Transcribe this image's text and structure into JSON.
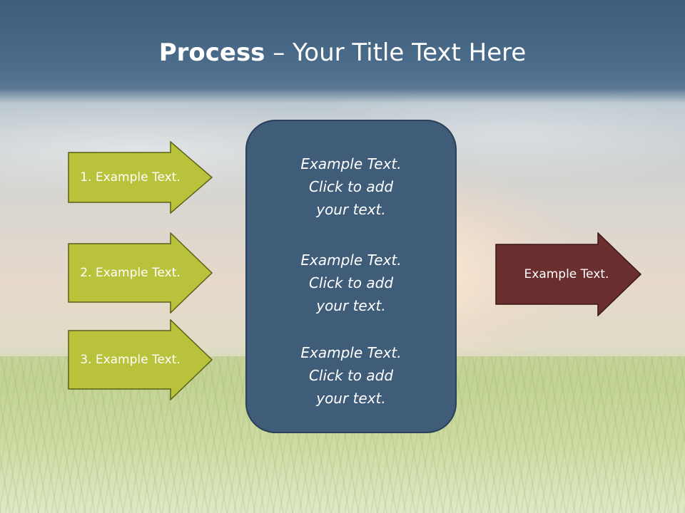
{
  "title": {
    "bold": "Process",
    "rest": " – Your Title Text Here"
  },
  "left_arrows": [
    {
      "label": "1. Example Text."
    },
    {
      "label": "2. Example Text."
    },
    {
      "label": "3. Example Text."
    }
  ],
  "center_blocks": [
    {
      "lines": [
        "Example Text.",
        "Click  to add",
        "your text."
      ]
    },
    {
      "lines": [
        "Example Text.",
        "Click  to add",
        "your text."
      ]
    },
    {
      "lines": [
        "Example Text.",
        "Click  to add",
        "your text."
      ]
    }
  ],
  "right_arrow": {
    "label": "Example Text."
  },
  "colors": {
    "left_arrow_fill": "#b8c23a",
    "left_arrow_stroke": "#5b6018",
    "right_arrow_fill": "#6a2e2e",
    "right_arrow_stroke": "#3a1616",
    "center_box_fill": "#3f5c78",
    "title_bar": "#46637f"
  }
}
